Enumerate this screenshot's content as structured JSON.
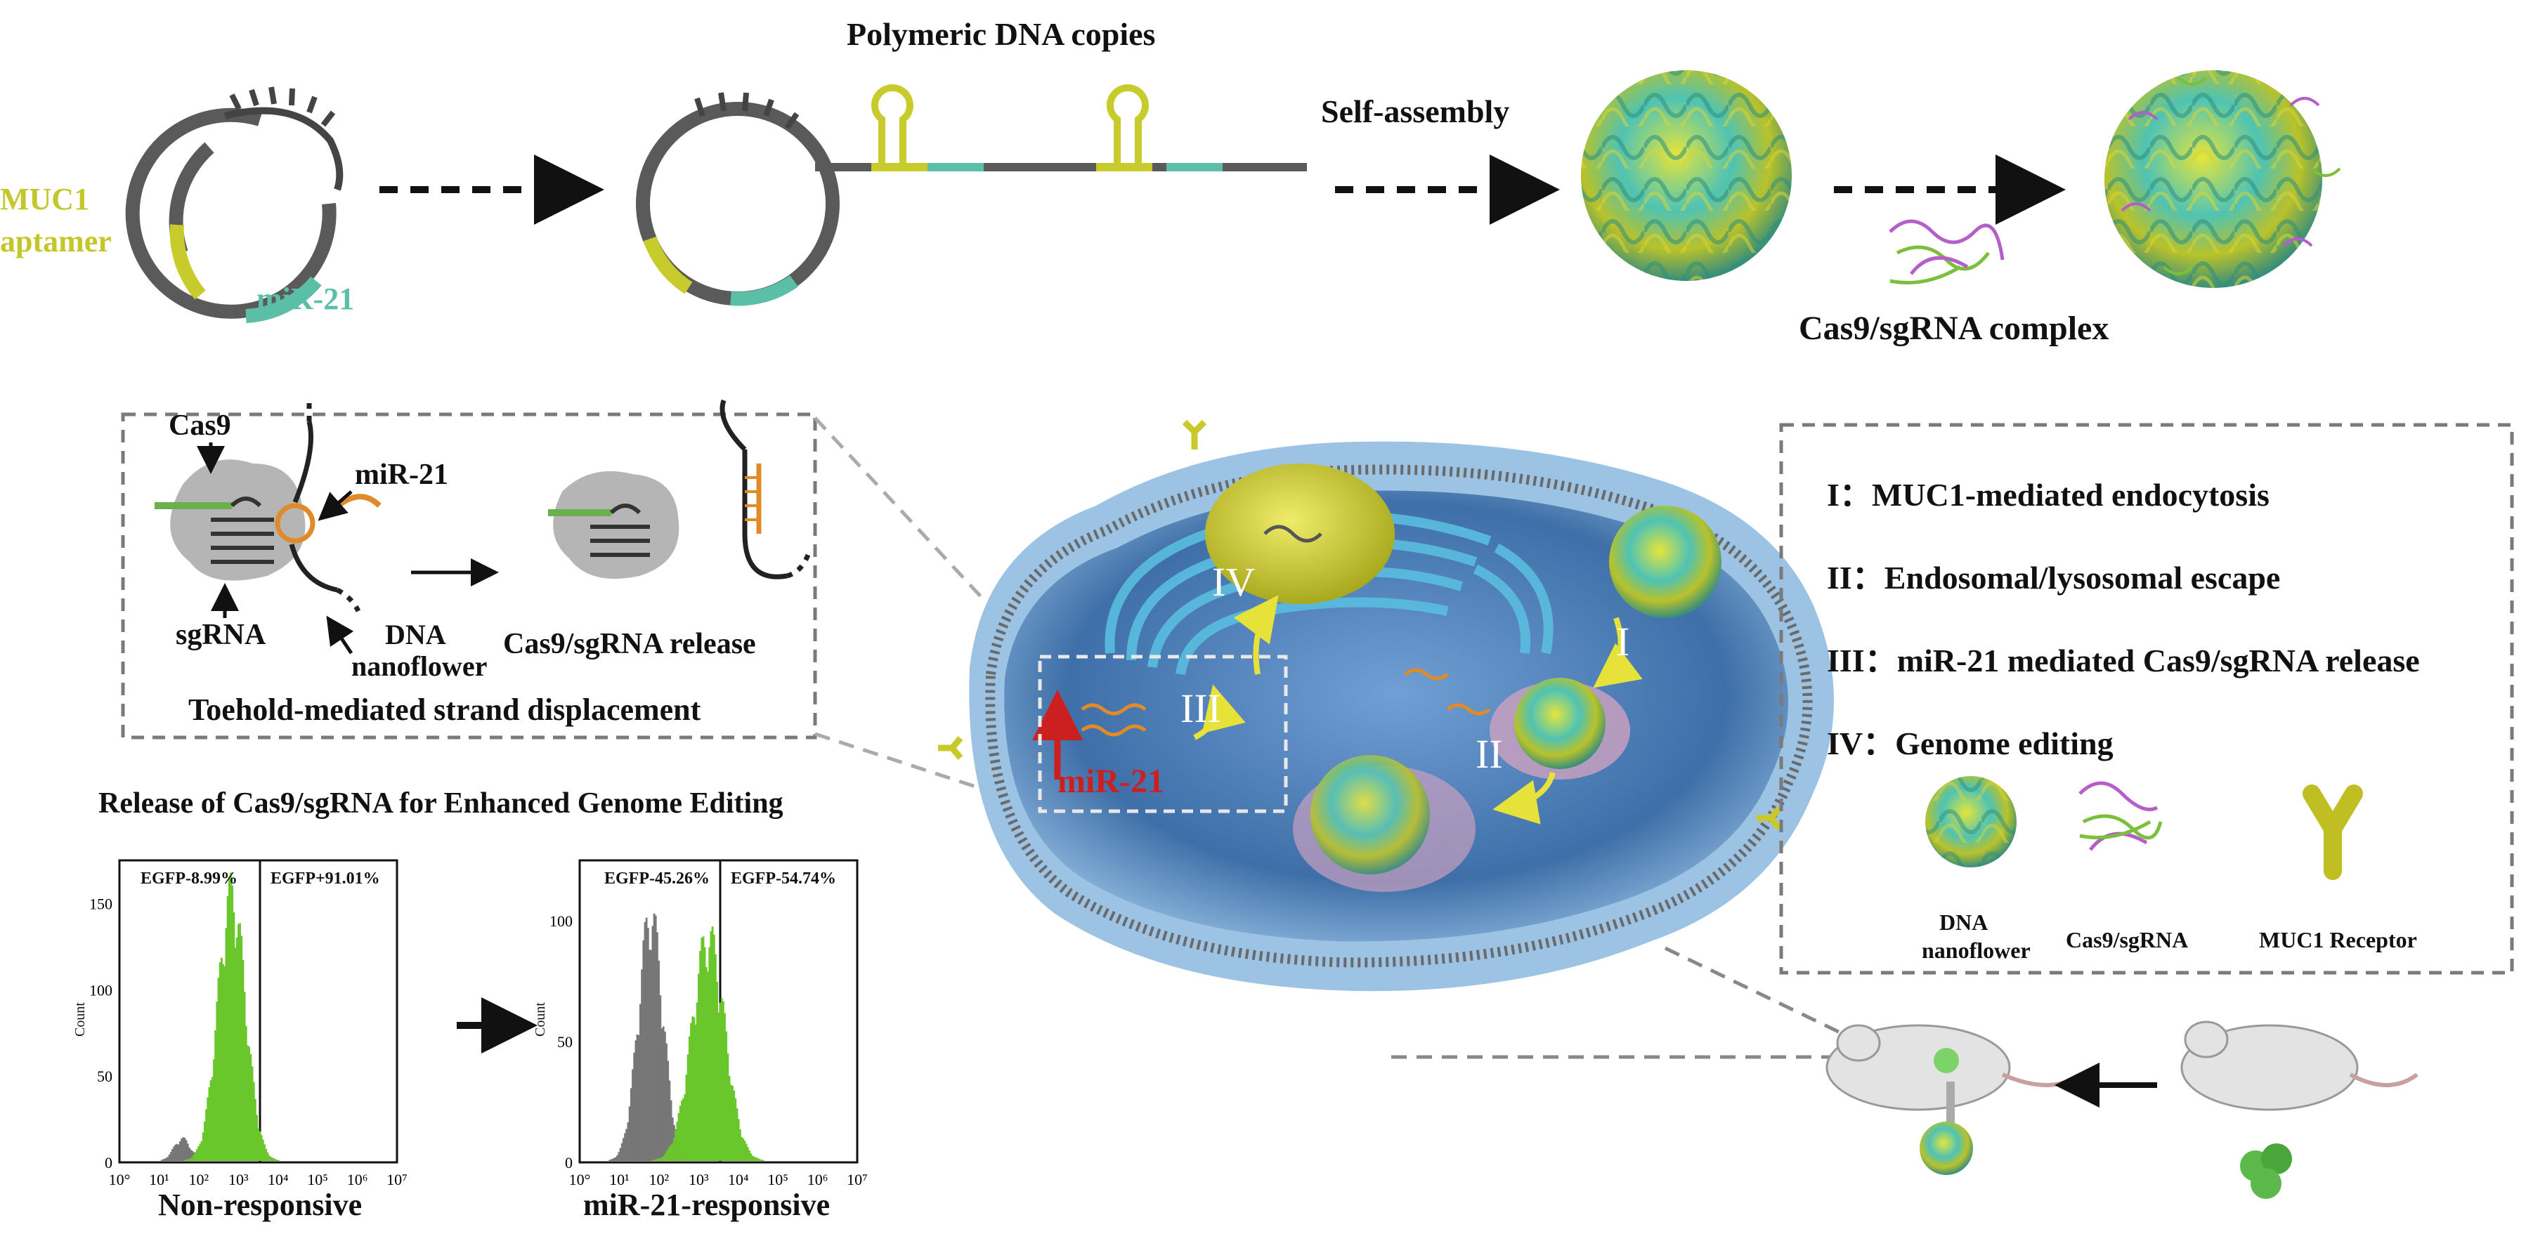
{
  "top": {
    "muc1_line1": "MUC1",
    "muc1_line2": "aptamer",
    "mir21": "miR-21",
    "polymeric": "Polymeric DNA copies",
    "self_assembly": "Self-assembly",
    "cas9_complex": "Cas9/sgRNA complex"
  },
  "inset": {
    "cas9": "Cas9",
    "mir21": "miR-21",
    "sgrna": "sgRNA",
    "dna_line1": "DNA",
    "dna_line2": "nanoflower",
    "release": "Cas9/sgRNA release",
    "toehold": "Toehold-mediated strand displacement"
  },
  "cell": {
    "stage1": "I",
    "stage2": "II",
    "stage3": "III",
    "stage4": "IV",
    "mir21": "miR-21"
  },
  "legend": {
    "items": [
      "I：MUC1-mediated endocytosis",
      "II：Endosomal/lysosomal escape",
      "III：miR-21 mediated Cas9/sgRNA release",
      "IV：Genome editing"
    ],
    "icon_dna_line1": "DNA",
    "icon_dna_line2": "nanoflower",
    "icon_cas9": "Cas9/sgRNA",
    "icon_muc1": "MUC1 Receptor"
  },
  "flow": {
    "title": "Release of Cas9/sgRNA for Enhanced Genome Editing",
    "left_caption": "Non-responsive",
    "right_caption": "miR-21-responsive",
    "left_neg": "EGFP-8.99%",
    "left_pos": "EGFP+91.01%",
    "right_neg": "EGFP-45.26%",
    "right_pos": "EGFP-54.74%",
    "ylabel": "Count",
    "left_yticks": [
      "0",
      "50",
      "100",
      "150"
    ],
    "right_yticks": [
      "0",
      "50",
      "100"
    ],
    "xticks": [
      "10°",
      "10¹",
      "10²",
      "10³",
      "10⁴",
      "10⁵",
      "10⁶",
      "10⁷"
    ]
  },
  "colors": {
    "olive": "#c9cf2e",
    "teal": "#5bbfa8",
    "gray": "#666666",
    "orange": "#e08a2a",
    "green_hist": "#6ac72b",
    "gray_hist": "#777777",
    "cell_blue": "#5b8fc6",
    "red": "#cc1f1f"
  }
}
